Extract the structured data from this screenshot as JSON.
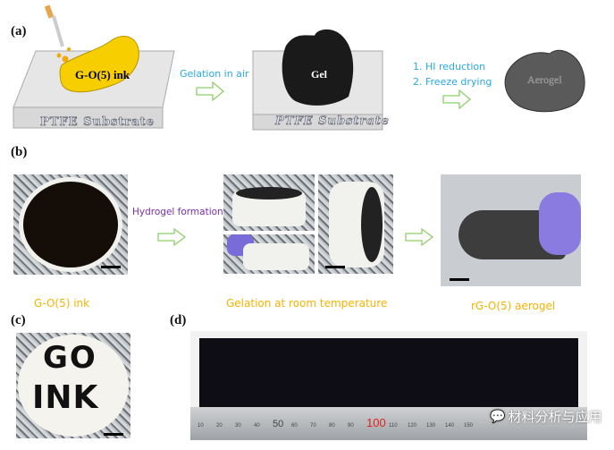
{
  "panels": {
    "a": "(a)",
    "b": "(b)",
    "c": "(c)",
    "d": "(d)"
  },
  "a": {
    "ink_label": "G-O(5) ink",
    "substrate_label": "PTFE Substrate",
    "step1": "Gelation in air",
    "gel_label": "Gel",
    "step2_line1": "1.  HI reduction",
    "step2_line2": "2.  Freeze drying",
    "aerogel_label": "Aerogel",
    "colors": {
      "ink": "#f7cf00",
      "gel": "#1a1a1a",
      "aerogel": "#5a5a5a",
      "arrow": "#8fcf6a",
      "step_text": "#29a9e0"
    }
  },
  "b": {
    "step": "Hydrogel formation",
    "captions": [
      "G-O(5) ink",
      "Gelation at room temperature",
      "rG-O(5) aerogel"
    ],
    "colors": {
      "caption": "#f4b400",
      "step": "#7b2fa8"
    }
  },
  "c": {
    "text_line1": "GO",
    "text_line2": "INK"
  },
  "d": {
    "ruler_ticks": [
      "10",
      "20",
      "30",
      "40",
      "50",
      "60",
      "70",
      "80",
      "90",
      "100",
      "110",
      "120",
      "130",
      "140",
      "150"
    ]
  },
  "watermark": "材料分析与应用"
}
